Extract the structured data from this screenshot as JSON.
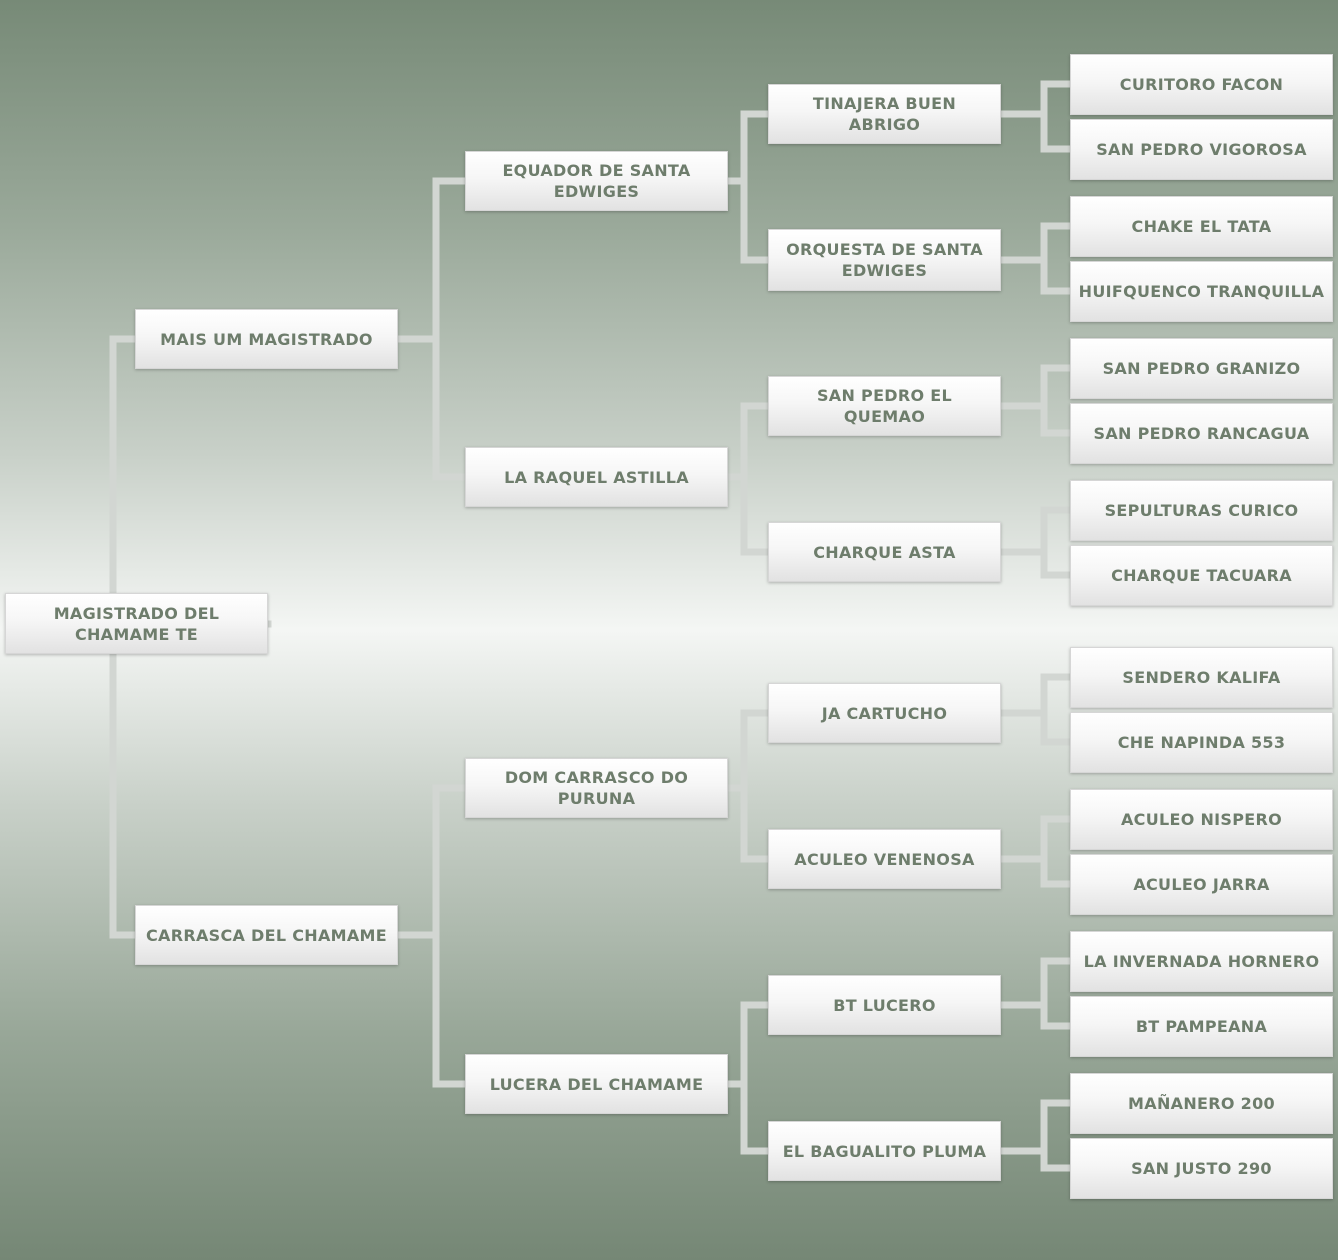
{
  "pedigree": {
    "subject": "MAGISTRADO DEL CHAMAME TE",
    "sire": "MAIS UM MAGISTRADO",
    "dam": "CARRASCA DEL CHAMAME",
    "sire_sire": "EQUADOR DE SANTA EDWIGES",
    "sire_dam": "LA RAQUEL ASTILLA",
    "dam_sire": "DOM CARRASCO DO PURUNA",
    "dam_dam": "LUCERA DEL CHAMAME",
    "gen3": [
      "TINAJERA BUEN ABRIGO",
      "ORQUESTA DE SANTA EDWIGES",
      "SAN PEDRO EL QUEMAO",
      "CHARQUE ASTA",
      "JA CARTUCHO",
      "ACULEO VENENOSA",
      "BT LUCERO",
      "EL BAGUALITO PLUMA"
    ],
    "gen4": [
      "CURITORO FACON",
      "SAN PEDRO VIGOROSA",
      "CHAKE EL TATA",
      "HUIFQUENCO TRANQUILLA",
      "SAN PEDRO GRANIZO",
      "SAN PEDRO RANCAGUA",
      "SEPULTURAS CURICO",
      "CHARQUE TACUARA",
      "SENDERO KALIFA",
      "CHE NAPINDA 553",
      "ACULEO NISPERO",
      "ACULEO JARRA",
      "LA INVERNADA HORNERO",
      "BT PAMPEANA",
      "MAÑANERO 200",
      "SAN JUSTO 290"
    ]
  },
  "colors": {
    "text": "#6e7d6c",
    "connector": "#d2d6d2"
  }
}
